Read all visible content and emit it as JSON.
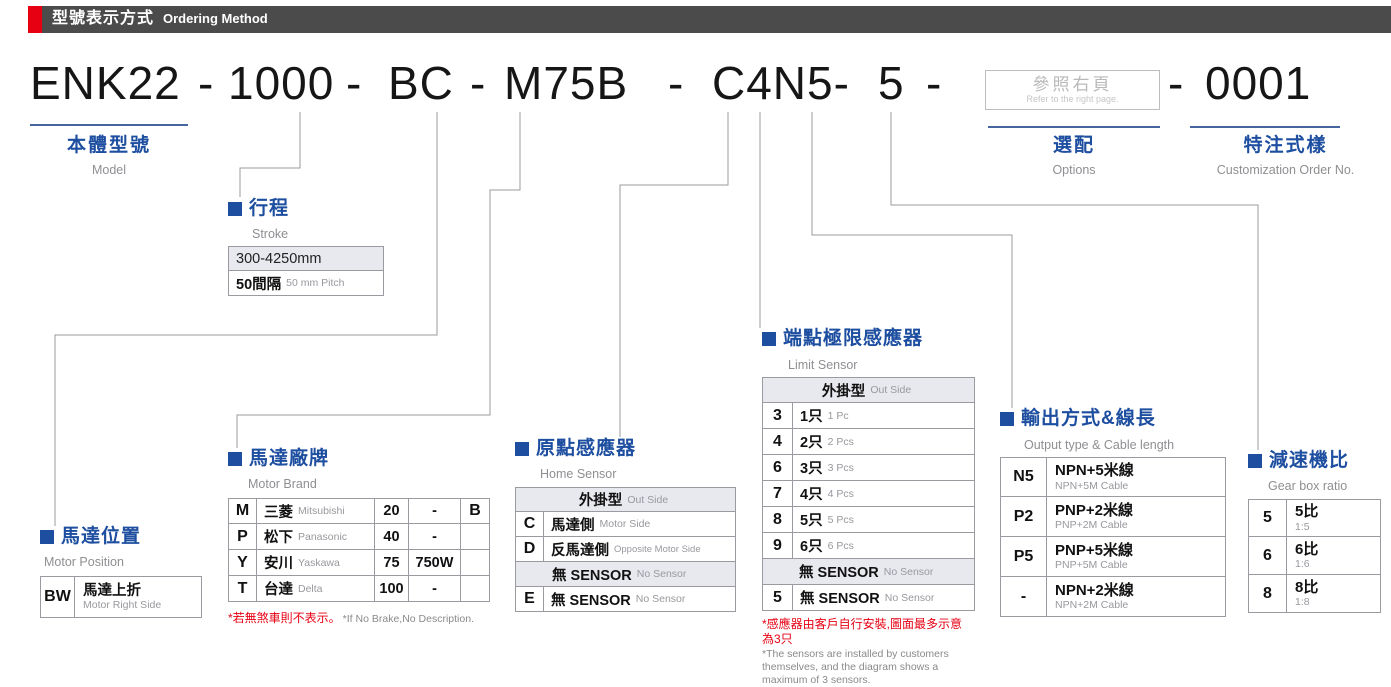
{
  "header": {
    "zh": "型號表示方式",
    "en": "Ordering Method"
  },
  "model_code": {
    "base": "ENK22",
    "dash1": "-",
    "stroke": "1000",
    "dash2": "-",
    "motor_pos": "BC",
    "dash3": "-",
    "motor_brand": "M75B",
    "dash4": "-",
    "sensors": "C4N5-",
    "gear": "5",
    "dash5": "-",
    "options_box": {
      "zh": "參照右頁",
      "en": "Refer to the right page."
    },
    "dash6": "-",
    "order_no": "0001"
  },
  "labels": {
    "base": {
      "zh": "本體型號",
      "en": "Model"
    },
    "options": {
      "zh": "選配",
      "en": "Options"
    },
    "custom": {
      "zh": "特注式樣",
      "en": "Customization Order No."
    }
  },
  "stroke": {
    "title_zh": "行程",
    "title_en": "Stroke",
    "range": "300-4250mm",
    "pitch_zh": "50間隔",
    "pitch_en": "50 mm Pitch"
  },
  "motor_position": {
    "title_zh": "馬達位置",
    "title_en": "Motor Position",
    "code": "BW",
    "zh": "馬達上折",
    "en": "Motor Right Side"
  },
  "motor_brand": {
    "title_zh": "馬達廠牌",
    "title_en": "Motor Brand",
    "rows": [
      {
        "code": "M",
        "zh": "三菱",
        "en": "Mitsubishi",
        "num": "20",
        "watt": "-",
        "brake": "B"
      },
      {
        "code": "P",
        "zh": "松下",
        "en": "Panasonic",
        "num": "40",
        "watt": "-",
        "brake": ""
      },
      {
        "code": "Y",
        "zh": "安川",
        "en": "Yaskawa",
        "num": "75",
        "watt": "750W",
        "brake": ""
      },
      {
        "code": "T",
        "zh": "台達",
        "en": "Delta",
        "num": "100",
        "watt": "-",
        "brake": ""
      }
    ],
    "footnote_zh": "*若無煞車則不表示。",
    "footnote_en": "*If No Brake,No Description."
  },
  "home_sensor": {
    "title_zh": "原點感應器",
    "title_en": "Home Sensor",
    "header_zh": "外掛型",
    "header_en": "Out Side",
    "rows": [
      {
        "code": "C",
        "zh": "馬達側",
        "en": "Motor Side"
      },
      {
        "code": "D",
        "zh": "反馬達側",
        "en": "Opposite Motor Side"
      }
    ],
    "divider_zh": "無 SENSOR",
    "divider_en": "No Sensor",
    "no_sensor_row": {
      "code": "E",
      "zh": "無 SENSOR",
      "en": "No Sensor"
    }
  },
  "limit_sensor": {
    "title_zh": "端點極限感應器",
    "title_en": "Limit Sensor",
    "header_zh": "外掛型",
    "header_en": "Out Side",
    "rows": [
      {
        "code": "3",
        "zh": "1只",
        "en": "1 Pc"
      },
      {
        "code": "4",
        "zh": "2只",
        "en": "2 Pcs"
      },
      {
        "code": "6",
        "zh": "3只",
        "en": "3 Pcs"
      },
      {
        "code": "7",
        "zh": "4只",
        "en": "4 Pcs"
      },
      {
        "code": "8",
        "zh": "5只",
        "en": "5 Pcs"
      },
      {
        "code": "9",
        "zh": "6只",
        "en": "6 Pcs"
      }
    ],
    "divider_zh": "無 SENSOR",
    "divider_en": "No Sensor",
    "no_sensor_row": {
      "code": "5",
      "zh": "無 SENSOR",
      "en": "No Sensor"
    },
    "footnote_zh": "*感應器由客戶自行安裝,圖面最多示意為3只",
    "footnote_en": "*The sensors are installed by customers themselves, and the diagram shows a maximum of 3 sensors."
  },
  "output": {
    "title_zh": "輸出方式&線長",
    "title_en": "Output type & Cable length",
    "rows": [
      {
        "code": "N5",
        "zh": "NPN+5米線",
        "en": "NPN+5M Cable"
      },
      {
        "code": "P2",
        "zh": "PNP+2米線",
        "en": "PNP+2M Cable"
      },
      {
        "code": "P5",
        "zh": "PNP+5米線",
        "en": "PNP+5M Cable"
      },
      {
        "code": "-",
        "zh": "NPN+2米線",
        "en": "NPN+2M Cable"
      }
    ]
  },
  "gear": {
    "title_zh": "減速機比",
    "title_en": "Gear box ratio",
    "rows": [
      {
        "code": "5",
        "zh": "5比",
        "en": "1:5"
      },
      {
        "code": "6",
        "zh": "6比",
        "en": "1:6"
      },
      {
        "code": "8",
        "zh": "8比",
        "en": "1:8"
      }
    ]
  }
}
